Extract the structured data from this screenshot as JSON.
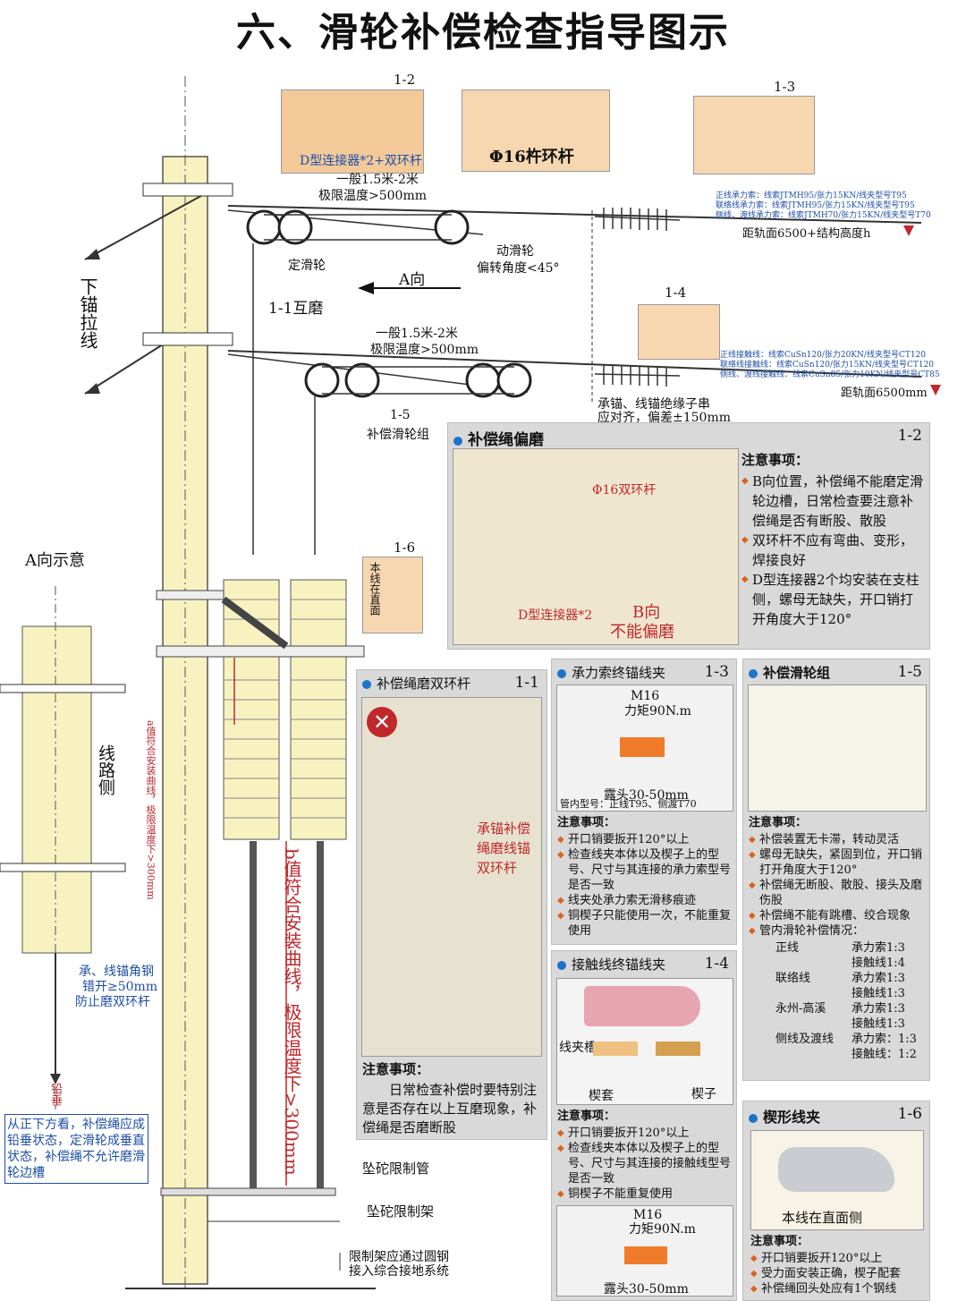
{
  "title": "六、滑轮补偿检查指导图示",
  "top": {
    "photo_1_2_id": "1-2",
    "photo_1_2_caption": "D型连接器*2+双环杆",
    "rod_label": "Φ16杵环杆",
    "photo_1_3_id": "1-3",
    "photo_1_4_id": "1-4",
    "span_upper": "一般1.5米-2米",
    "limit_upper": "极限温度>500mm",
    "fixed_pulley": "定滑轮",
    "moving_pulley": "动滑轮",
    "deflection": "偏转角度<45°",
    "a_dir": "A向",
    "wear": "1-1互磨",
    "span_lower": "一般1.5米-2米",
    "limit_lower": "极限温度>500mm",
    "group_id": "1-5",
    "group_label": "补偿滑轮组",
    "insulator_note_1": "承锚、线锚绝缘子串",
    "insulator_note_2": "应对齐，偏差±150mm",
    "height_upper": "距轨面6500+结构高度h",
    "height_lower": "距轨面6500mm",
    "upper_specs": [
      "正线承力索：线索JTMH95/张力15KN/线夹型号T95",
      "联络线承力索：线索JTMH95/张力15KN/线夹型号T95",
      "侧线、渡线承力索：线索JTMH70/张力15KN/线夹型号T70"
    ],
    "lower_specs": [
      "正线接触线：线索CuSn120/张力20KN/线夹型号CT120",
      "联络线接触线：线索CuSn120/张力15KN/线夹型号CT120",
      "侧线、渡线接触线：线索CuSn85/张力10KN/线夹型号CT85"
    ],
    "down_anchor": "下锚拉线",
    "photo_1_6_id": "1-6",
    "photo_1_6_text": "本线在直面"
  },
  "left": {
    "a_view": "A向示意",
    "line_side": "线路侧",
    "offset_1": "承、线锚角钢",
    "offset_2": "错开≥50mm",
    "offset_3": "防止磨双环杆",
    "plumb": "铅垂",
    "note": "从正下方看，补偿绳应成铅垂状态，定滑轮成垂直状态，补偿绳不允许磨滑轮边槽",
    "a_value": "a值符合安装曲线，极限温度下>300mm",
    "b_value": "b值符合安装曲线，极限温度下>300mm",
    "limit_pipe": "坠砣限制管",
    "limit_frame": "坠砣限制架",
    "ground_1": "限制架应通过圆钢",
    "ground_2": "接入综合接地系统"
  },
  "panel_1_2": {
    "title": "补偿绳偏磨",
    "id": "1-2",
    "photo_rod": "Φ16双环杆",
    "photo_conn": "D型连接器*2",
    "photo_b": "B向",
    "photo_b2": "不能偏磨",
    "notes_head": "注意事项：",
    "notes": [
      "B向位置，补偿绳不能磨定滑轮边槽，日常检查要注意补偿绳是否有断股、散股",
      "双环杆不应有弯曲、变形，焊接良好",
      "D型连接器2个均安装在支柱侧，螺母无缺失，开口销打开角度大于120°"
    ]
  },
  "panel_1_1": {
    "title": "补偿绳磨双环杆",
    "id": "1-1",
    "photo_text": "承锚补偿绳磨线锚双环杆",
    "notes_head": "注意事项：",
    "notes_text": "日常检查补偿时要特别注意是否存在以上互磨现象，补偿绳是否磨断股"
  },
  "panel_1_3": {
    "title": "承力索终锚线夹",
    "id": "1-3",
    "bolt": "M16",
    "torque": "力矩90N.m",
    "exposed": "露头30-50mm",
    "pipe_model": "管内型号：正线T95、侧渡T70",
    "notes_head": "注意事项：",
    "notes": [
      "开口销要扳开120°以上",
      "检查线夹本体以及楔子上的型号、尺寸与其连接的承力索型号是否一致",
      "线夹处承力索无滑移痕迹",
      "铜楔子只能使用一次，不能重复使用"
    ]
  },
  "panel_1_5": {
    "title": "补偿滑轮组",
    "id": "1-5",
    "notes_head": "注意事项：",
    "notes": [
      "补偿装置无卡滞，转动灵活",
      "螺母无缺失，紧固到位，开口销打开角度大于120°",
      "补偿绳无断股、散股、接头及磨伤股",
      "补偿绳不能有跳槽、绞合现象",
      "管内滑轮补偿情况："
    ],
    "ratios": [
      {
        "line": "正线",
        "a": "承力索1:3",
        "b": "接触线1:4"
      },
      {
        "line": "联络线",
        "a": "承力索1:3",
        "b": "接触线1:3"
      },
      {
        "line": "永州-高溪",
        "a": "承力索1:3",
        "b": "接触线1:3"
      },
      {
        "line": "侧线及渡线",
        "a": "承力索：1:3",
        "b": "接触线：1:2"
      }
    ]
  },
  "panel_1_4": {
    "title": "接触线终锚线夹",
    "id": "1-4",
    "clamp_body": "线夹槽",
    "sleeve": "楔套",
    "wedge": "楔子",
    "notes_head": "注意事项：",
    "notes": [
      "开口销要扳开120°以上",
      "检查线夹本体以及楔子上的型号、尺寸与其连接的接触线型号是否一致",
      "铜楔子不能重复使用"
    ],
    "bolt": "M16",
    "torque": "力矩90N.m",
    "exposed": "露头30-50mm"
  },
  "panel_1_6": {
    "title": "楔形线夹",
    "id": "1-6",
    "photo_text": "本线在直面侧",
    "notes_head": "注意事项：",
    "notes": [
      "开口销要扳开120°以上",
      "受力面安装正确，楔子配套",
      "补偿绳回头处应有1个钢线"
    ]
  }
}
